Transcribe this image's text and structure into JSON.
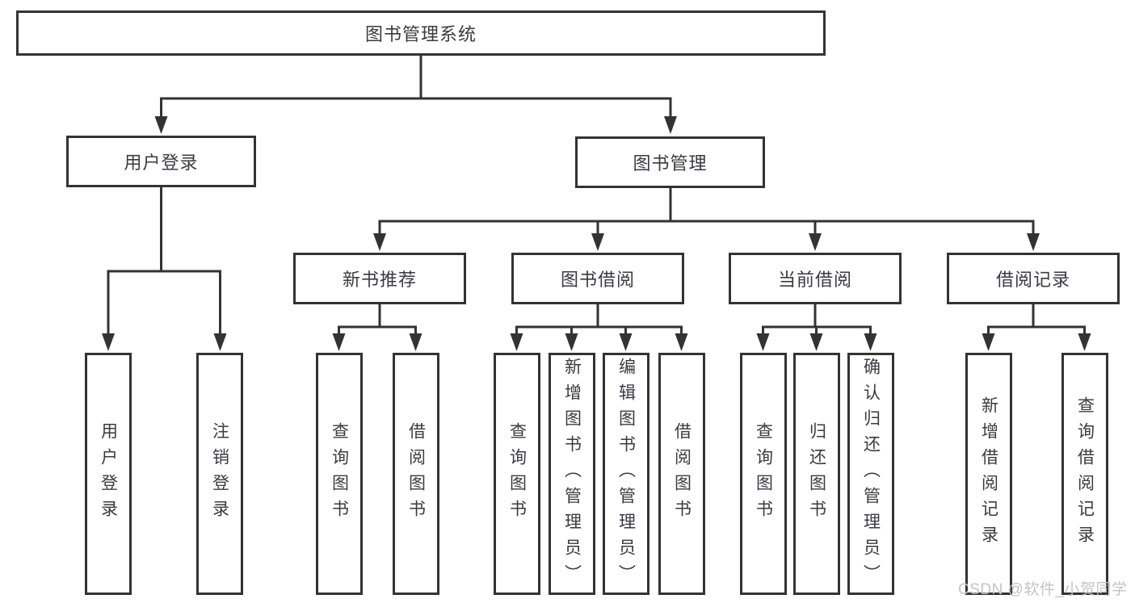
{
  "colors": {
    "line": "#333333",
    "border": "#333333",
    "text": "#3a3a42",
    "watermark": "#c4c4c4",
    "background": "#ffffff"
  },
  "tree": {
    "label": "图书管理系统",
    "children": [
      {
        "label": "用户登录",
        "children": [
          {
            "label": "用户登录"
          },
          {
            "label": "注销登录"
          }
        ]
      },
      {
        "label": "图书管理",
        "children": [
          {
            "label": "新书推荐",
            "children": [
              {
                "label": "查询图书"
              },
              {
                "label": "借阅图书"
              }
            ]
          },
          {
            "label": "图书借阅",
            "children": [
              {
                "label": "查询图书"
              },
              {
                "label": "新增图书（管理员）"
              },
              {
                "label": "编辑图书（管理员）"
              },
              {
                "label": "借阅图书"
              }
            ]
          },
          {
            "label": "当前借阅",
            "children": [
              {
                "label": "查询图书"
              },
              {
                "label": "归还图书"
              },
              {
                "label": "确认归还（管理员）"
              }
            ]
          },
          {
            "label": "借阅记录",
            "children": [
              {
                "label": "新增借阅记录"
              },
              {
                "label": "查询借阅记录"
              }
            ]
          }
        ]
      }
    ]
  },
  "watermark": {
    "text": "CSDN @软件_小贺同学"
  }
}
